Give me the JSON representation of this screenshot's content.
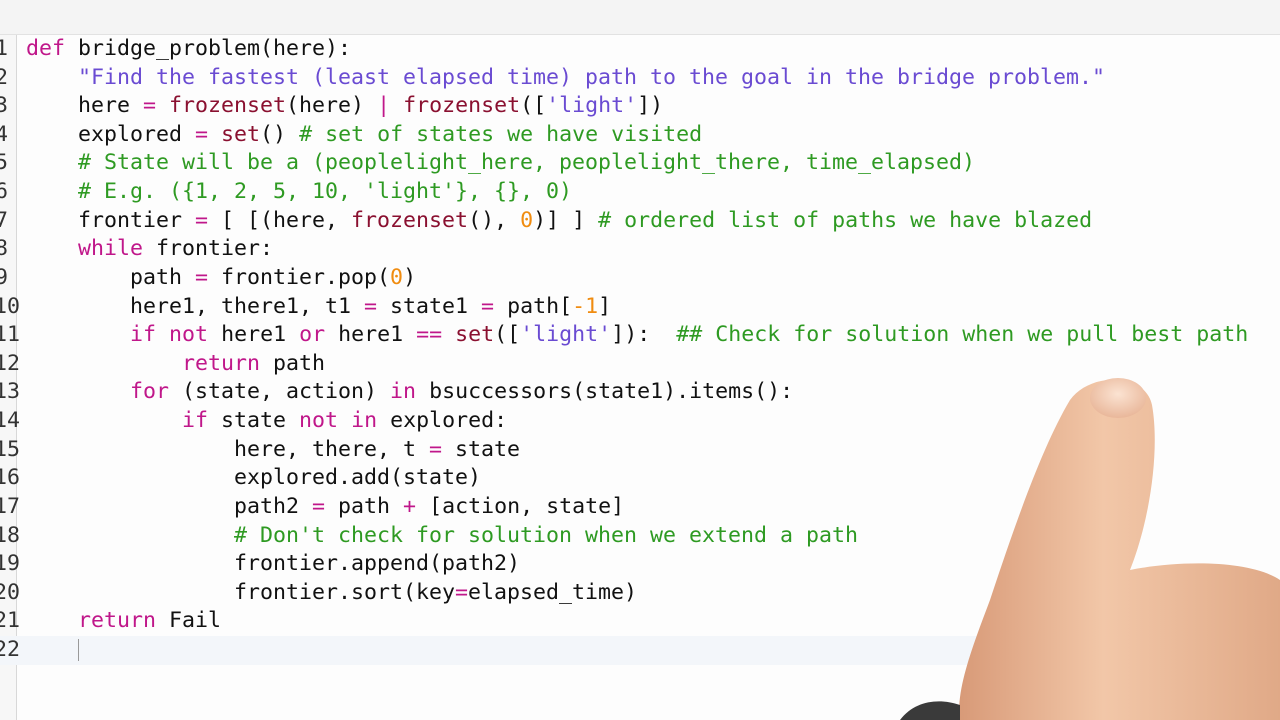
{
  "editor": {
    "current_line": 22,
    "lines": [
      {
        "n": "1",
        "tokens": [
          [
            "kw",
            "def"
          ],
          [
            "",
            "bridge_problem(here):"
          ]
        ],
        "sp": [
          " "
        ]
      },
      {
        "n": "2",
        "tokens": [
          [
            "",
            "    "
          ],
          [
            "str",
            "\"Find the fastest (least elapsed time) path to the goal in the bridge problem.\""
          ]
        ]
      },
      {
        "n": "3",
        "tokens": [
          [
            "",
            "    here "
          ],
          [
            "op",
            "="
          ],
          [
            "",
            ""
          ],
          [
            "bi",
            " frozenset"
          ],
          [
            "",
            "(here) "
          ],
          [
            "op",
            "|"
          ],
          [
            "bi",
            " frozenset"
          ],
          [
            "",
            "(["
          ],
          [
            "str",
            "'light'"
          ],
          [
            "",
            "])"
          ]
        ]
      },
      {
        "n": "4",
        "tokens": [
          [
            "",
            "    explored "
          ],
          [
            "op",
            "="
          ],
          [
            "bi",
            " set"
          ],
          [
            "",
            "() "
          ],
          [
            "cm",
            "# set of states we have visited"
          ]
        ]
      },
      {
        "n": "5",
        "tokens": [
          [
            "",
            "    "
          ],
          [
            "cm",
            "# State will be a (peoplelight_here, peoplelight_there, time_elapsed)"
          ]
        ]
      },
      {
        "n": "6",
        "tokens": [
          [
            "",
            "    "
          ],
          [
            "cm",
            "# E.g. ({1, 2, 5, 10, 'light'}, {}, 0)"
          ]
        ]
      },
      {
        "n": "7",
        "tokens": [
          [
            "",
            "    frontier "
          ],
          [
            "op",
            "="
          ],
          [
            "",
            " [ [(here, "
          ],
          [
            "bi",
            "frozenset"
          ],
          [
            "",
            "(), "
          ],
          [
            "num",
            "0"
          ],
          [
            "",
            ")] ] "
          ],
          [
            "cm",
            "# ordered list of paths we have blazed"
          ]
        ]
      },
      {
        "n": "8",
        "tokens": [
          [
            "",
            "    "
          ],
          [
            "kw",
            "while"
          ],
          [
            "",
            " frontier:"
          ]
        ]
      },
      {
        "n": "9",
        "tokens": [
          [
            "",
            "        path "
          ],
          [
            "op",
            "="
          ],
          [
            "",
            " frontier.pop("
          ],
          [
            "num",
            "0"
          ],
          [
            "",
            ")"
          ]
        ]
      },
      {
        "n": "10",
        "tokens": [
          [
            "",
            "        here1, there1, t1 "
          ],
          [
            "op",
            "="
          ],
          [
            "",
            " state1 "
          ],
          [
            "op",
            "="
          ],
          [
            "",
            " path["
          ],
          [
            "num",
            "-1"
          ],
          [
            "",
            "]"
          ]
        ]
      },
      {
        "n": "11",
        "tokens": [
          [
            "",
            "        "
          ],
          [
            "kw",
            "if"
          ],
          [
            "",
            " "
          ],
          [
            "kw",
            "not"
          ],
          [
            "",
            " here1 "
          ],
          [
            "kw",
            "or"
          ],
          [
            "",
            " here1 "
          ],
          [
            "op",
            "=="
          ],
          [
            "",
            " "
          ],
          [
            "bi",
            "set"
          ],
          [
            "",
            "(["
          ],
          [
            "str",
            "'light'"
          ],
          [
            "",
            "]):  "
          ],
          [
            "cm",
            "## Check for solution when we pull best path"
          ]
        ]
      },
      {
        "n": "12",
        "tokens": [
          [
            "",
            "            "
          ],
          [
            "kw",
            "return"
          ],
          [
            "",
            " path"
          ]
        ]
      },
      {
        "n": "13",
        "tokens": [
          [
            "",
            "        "
          ],
          [
            "kw",
            "for"
          ],
          [
            "",
            " (state, action) "
          ],
          [
            "kw",
            "in"
          ],
          [
            "",
            " bsuccessors(state1).items():"
          ]
        ]
      },
      {
        "n": "14",
        "tokens": [
          [
            "",
            "            "
          ],
          [
            "kw",
            "if"
          ],
          [
            "",
            " state "
          ],
          [
            "kw",
            "not"
          ],
          [
            "",
            " "
          ],
          [
            "kw",
            "in"
          ],
          [
            "",
            " explored:"
          ]
        ]
      },
      {
        "n": "15",
        "tokens": [
          [
            "",
            "                here, there, t "
          ],
          [
            "op",
            "="
          ],
          [
            "",
            " state"
          ]
        ]
      },
      {
        "n": "16",
        "tokens": [
          [
            "",
            "                explored.add(state)"
          ]
        ]
      },
      {
        "n": "17",
        "tokens": [
          [
            "",
            "                path2 "
          ],
          [
            "op",
            "="
          ],
          [
            "",
            " path "
          ],
          [
            "op",
            "+"
          ],
          [
            "",
            " [action, state]"
          ]
        ]
      },
      {
        "n": "18",
        "tokens": [
          [
            "",
            "                "
          ],
          [
            "cm",
            "# Don't check for solution when we extend a path"
          ]
        ]
      },
      {
        "n": "19",
        "tokens": [
          [
            "",
            "                frontier.append(path2)"
          ]
        ]
      },
      {
        "n": "20",
        "tokens": [
          [
            "",
            "                frontier.sort(key"
          ],
          [
            "op",
            "="
          ],
          [
            "",
            "elapsed_time)"
          ]
        ]
      },
      {
        "n": "21",
        "tokens": [
          [
            "",
            "    "
          ],
          [
            "kw",
            "return"
          ],
          [
            "",
            " Fail"
          ]
        ]
      },
      {
        "n": "22",
        "tokens": [
          [
            "",
            "    "
          ]
        ]
      }
    ]
  },
  "colors": {
    "keyword": "#c0178a",
    "builtin": "#8a1030",
    "string": "#6a4bd2",
    "comment": "#2e9a22",
    "number": "#f08c10"
  }
}
